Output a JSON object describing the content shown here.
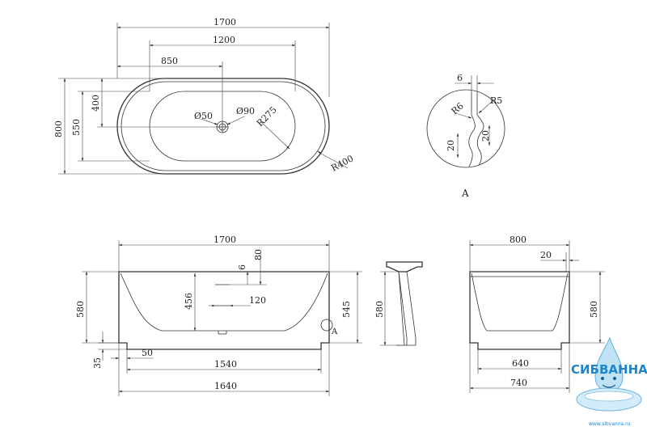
{
  "top_view": {
    "length": "1700",
    "offset_1200": "1200",
    "offset_850": "850",
    "width": "800",
    "inner_550": "550",
    "inner_400": "400",
    "drain_50": "Ø50",
    "drain_90": "Ø90",
    "radius_275": "R275",
    "radius_400": "R400"
  },
  "detail_a": {
    "label": "A",
    "dim_6": "6",
    "r5": "R5",
    "r6": "R6",
    "dim_20_left": "20",
    "dim_20_right": "20"
  },
  "front_view": {
    "top_length": "1700",
    "height_580": "580",
    "depth_456": "456",
    "dim_6": "6",
    "dim_80": "80",
    "dim_120": "120",
    "height_545": "545",
    "dim_35": "35",
    "dim_50": "50",
    "inner_1540": "1540",
    "base_1640": "1640",
    "detail_ref": "A"
  },
  "side_section": {
    "height_580": "580"
  },
  "end_view": {
    "width": "800",
    "rim_20": "20",
    "height_580": "580",
    "inner_640": "640",
    "base_740": "740"
  },
  "watermark": {
    "brand": "СИБВАННА",
    "url": "www.sibvanna.ru",
    "color": "#1e86c8"
  }
}
